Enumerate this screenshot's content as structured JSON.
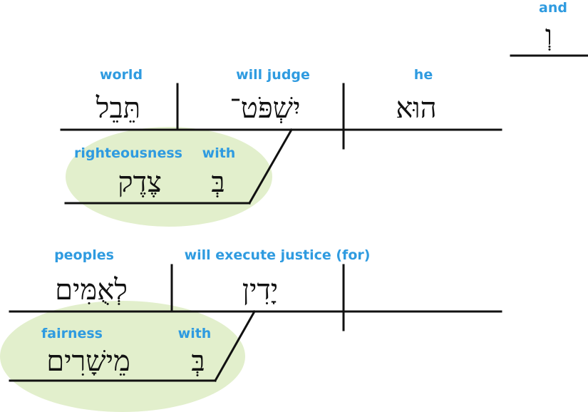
{
  "colors": {
    "gloss_text": "#2f9be0",
    "hebrew_text": "#111111",
    "line": "#111111",
    "highlight": "#e2efcc"
  },
  "clauses": [
    {
      "conjunction": {
        "hebrew": "וְ",
        "gloss": "and"
      },
      "subject": {
        "hebrew": "הוּא",
        "gloss": "he"
      },
      "verb": {
        "hebrew": "יִשְׁפֹּט־",
        "gloss": "will judge"
      },
      "object": {
        "hebrew": "תֵּבֵל",
        "gloss": "world"
      },
      "modifier": {
        "preposition": {
          "hebrew": "בְּ",
          "gloss": "with"
        },
        "object": {
          "hebrew": "צֶדֶק",
          "gloss": "righteousness"
        }
      }
    },
    {
      "verb": {
        "hebrew": "יָדִין",
        "gloss": "will execute justice (for)"
      },
      "object": {
        "hebrew": "לְאֻמִּים",
        "gloss": "peoples"
      },
      "modifier": {
        "preposition": {
          "hebrew": "בְּ",
          "gloss": "with"
        },
        "object": {
          "hebrew": "מֵישָׁרִים",
          "gloss": "fairness"
        }
      }
    }
  ]
}
